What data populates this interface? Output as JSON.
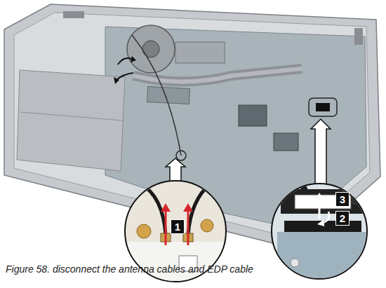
{
  "diagram": {
    "caption": "Figure 58. disconnect the antenna cables and EDP cable",
    "labels": [
      "1",
      "3",
      "2"
    ]
  }
}
